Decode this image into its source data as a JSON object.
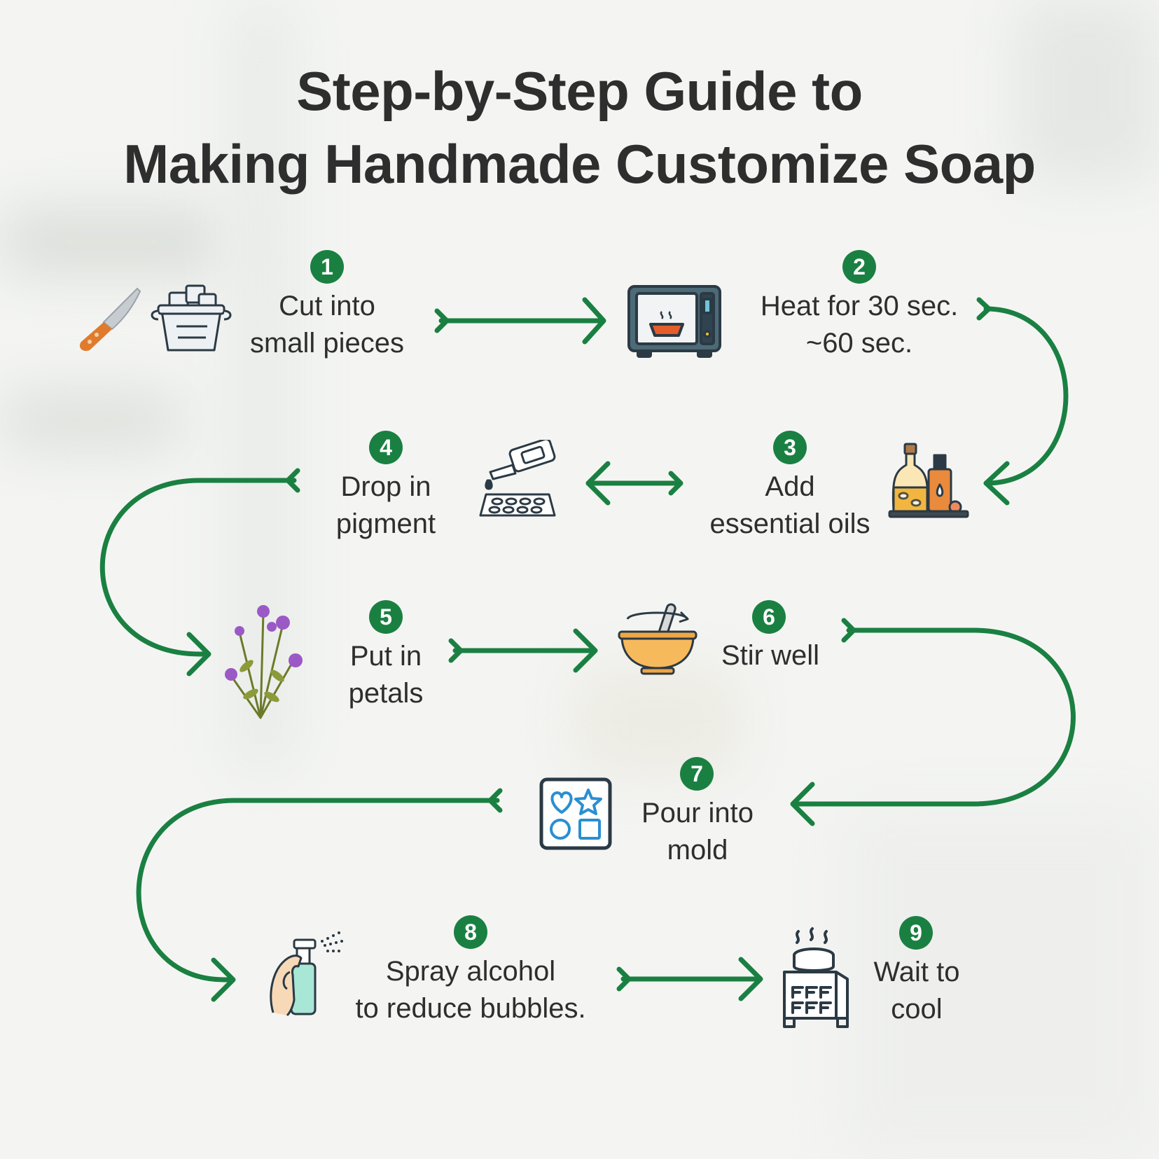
{
  "title": {
    "line1": "Step-by-Step Guide to",
    "line2": "Making Handmade Customize Soap"
  },
  "steps": [
    {
      "number": "1",
      "line1": "Cut into",
      "line2": "small pieces",
      "icons": [
        "knife-icon",
        "ice-bucket-icon"
      ]
    },
    {
      "number": "2",
      "line1": "Heat for 30 sec.",
      "line2": "~60 sec.",
      "icons": [
        "microwave-icon"
      ]
    },
    {
      "number": "3",
      "line1": "Add",
      "line2": "essential oils",
      "icons": [
        "essential-oil-bottles-icon"
      ]
    },
    {
      "number": "4",
      "line1": "Drop in",
      "line2": "pigment",
      "icons": [
        "pigment-dropper-icon"
      ]
    },
    {
      "number": "5",
      "line1": "Put in",
      "line2": "petals",
      "icons": [
        "flower-bouquet-icon"
      ]
    },
    {
      "number": "6",
      "line1": "Stir well",
      "line2": "",
      "icons": [
        "mixing-bowl-icon"
      ]
    },
    {
      "number": "7",
      "line1": "Pour into",
      "line2": "mold",
      "icons": [
        "soap-mold-icon"
      ]
    },
    {
      "number": "8",
      "line1": "Spray alcohol",
      "line2": "to reduce bubbles.",
      "icons": [
        "spray-bottle-icon"
      ]
    },
    {
      "number": "9",
      "line1": "Wait to",
      "line2": "cool",
      "icons": [
        "cooling-rack-icon"
      ]
    }
  ],
  "colors": {
    "accent": "#1a8042",
    "text": "#2e2e2e",
    "outline": "#2b3a44"
  }
}
